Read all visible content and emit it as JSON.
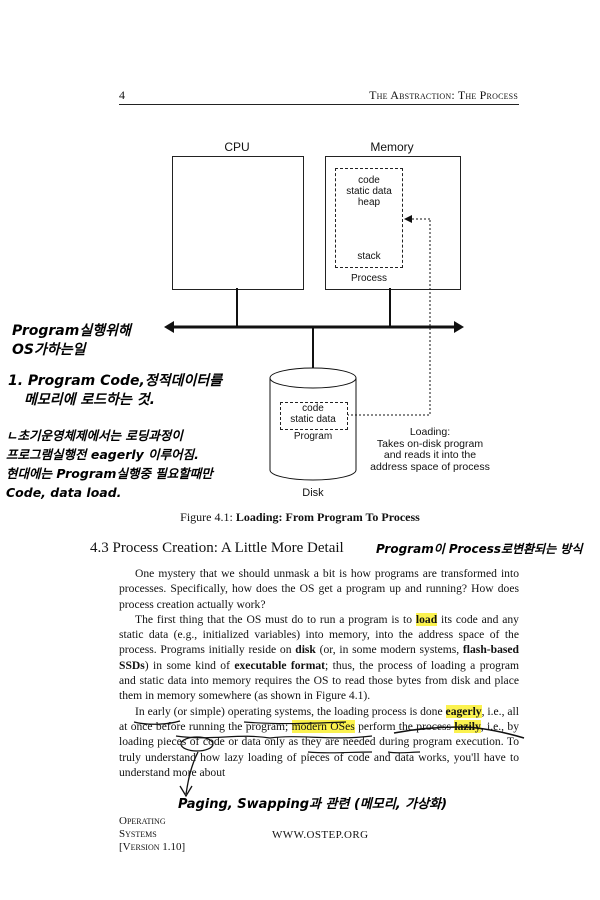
{
  "header": {
    "page_number": "4",
    "running_title": "The Abstraction: The Process"
  },
  "figure": {
    "cpu_label": "CPU",
    "memory_label": "Memory",
    "memory_contents": [
      "code",
      "static data",
      "heap"
    ],
    "stack_label": "stack",
    "process_label": "Process",
    "disk_contents": [
      "code",
      "static data"
    ],
    "program_label": "Program",
    "disk_label": "Disk",
    "loading_lines": [
      "Loading:",
      "Takes on-disk program",
      "and reads it into the",
      "address space of process"
    ],
    "caption_prefix": "Figure 4.1:",
    "caption_title": "Loading: From Program To Process"
  },
  "section": {
    "number_title": "4.3  Process Creation: A Little More Detail"
  },
  "body": {
    "p1": "One mystery that we should unmask a bit is how programs are transformed into processes. Specifically, how does the OS get a program up and running? How does process creation actually work?",
    "p2_a": "The first thing that the OS must do to run a program is to ",
    "p2_hl": "load",
    "p2_b": " its code and any static data (e.g., initialized variables) into memory, into the address space of the process. Programs initially reside on ",
    "p2_disk": "disk",
    "p2_c": " (or, in some modern systems, ",
    "p2_ssd": "flash-based SSDs",
    "p2_d": ") in some kind of ",
    "p2_exec": "executable format",
    "p2_e": "; thus, the process of loading a program and static data into memory requires the OS to read those bytes from disk and place them in memory somewhere (as shown in Figure 4.1).",
    "p3_a": "In early (or simple) operating systems, the loading process is done ",
    "p3_hl1": "eagerly",
    "p3_b": ", i.e., all at once before running the program; ",
    "p3_hl2": "modern OSes",
    "p3_c": " perform the process ",
    "p3_hl3": "lazily",
    "p3_d": ", i.e., by loading pieces of code or data only as they are needed during program execution. To truly understand how lazy loading of pieces of code and data works, you'll have to understand more about"
  },
  "handwriting": {
    "note1_line1": "Program실행위해",
    "note1_line2": "OS가하는일",
    "note2_line1": "1. Program Code,정적데이터를",
    "note2_line2": "메모리에 로드하는 것.",
    "note3_line1": "ㄴ초기운영체제에서는 로딩과정이",
    "note3_line2": "프로그램실행전 eagerly 이루어짐.",
    "note3_line3": "현대에는 Program실행중 필요할때만",
    "note3_line4": "Code, data load.",
    "note4": "Program이 Process로변환되는 방식",
    "note5": "Paging, Swapping과 관련 (메모리, 가상화)"
  },
  "footer": {
    "left_lines": [
      "Operating",
      "Systems",
      "[Version 1.10]"
    ],
    "website": "WWW.OSTEP.ORG"
  }
}
